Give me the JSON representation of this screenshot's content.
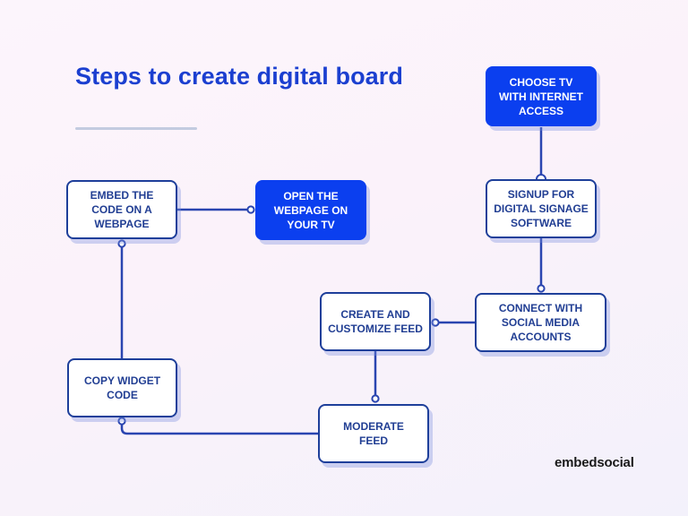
{
  "title": "Steps to create digital board",
  "colors": {
    "accent": "#0b3fef",
    "title": "#1b3fd0",
    "box_border": "#1e3f9a",
    "box_text": "#213e93",
    "connector": "#2a45b0",
    "underline": "#c3cbe0"
  },
  "steps": [
    {
      "id": "choose-tv",
      "label": "CHOOSE  TV\nWITH INTERNET\nACCESS",
      "style": "filled"
    },
    {
      "id": "signup",
      "label": "SIGNUP FOR\nDIGITAL SIGNAGE\nSOFTWARE",
      "style": "outline"
    },
    {
      "id": "connect",
      "label": "CONNECT WITH\nSOCIAL MEDIA\nACCOUNTS",
      "style": "outline"
    },
    {
      "id": "create",
      "label": "CREATE AND\nCUSTOMIZE FEED",
      "style": "outline"
    },
    {
      "id": "moderate",
      "label": "MODERATE\nFEED",
      "style": "outline"
    },
    {
      "id": "copy",
      "label": "COPY WIDGET\nCODE",
      "style": "outline"
    },
    {
      "id": "embed",
      "label": "EMBED THE\nCODE ON A\nWEBPAGE",
      "style": "outline"
    },
    {
      "id": "open",
      "label": "OPEN THE\nWEBPAGE ON\nYOUR TV",
      "style": "filled"
    }
  ],
  "flow": [
    "choose-tv",
    "signup",
    "connect",
    "create",
    "moderate",
    "copy",
    "embed",
    "open"
  ],
  "logo": {
    "text": "embedsocial",
    "icon": "embedsocial-logo-icon"
  }
}
